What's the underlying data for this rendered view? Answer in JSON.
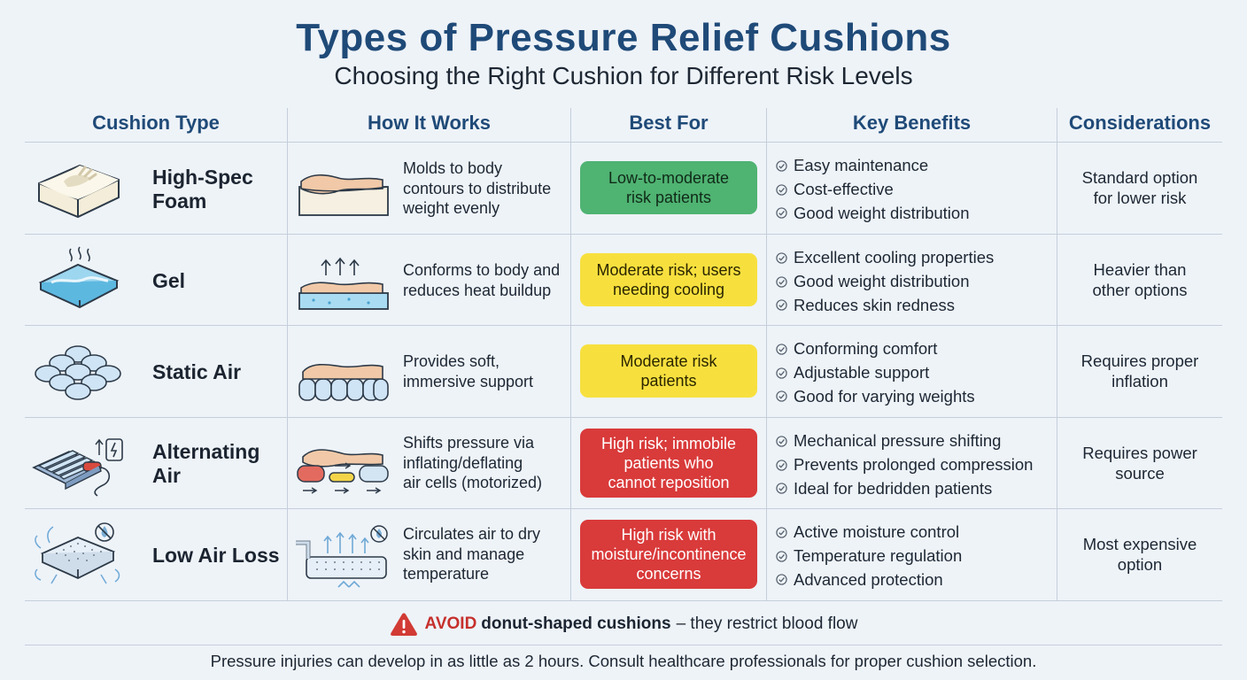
{
  "header": {
    "title": "Types of Pressure Relief Cushions",
    "subtitle": "Choosing the Right Cushion for Different Risk Levels"
  },
  "columns": [
    "Cushion Type",
    "How It Works",
    "Best For",
    "Key Benefits",
    "Considerations"
  ],
  "rows": [
    {
      "name_lines": [
        "High-Spec",
        "Foam"
      ],
      "type_icon": "foam-cushion-icon",
      "how_icon": "body-on-foam-icon",
      "how_lines": [
        "Molds to body",
        "contours to distribute",
        "weight evenly"
      ],
      "best_for_lines": [
        "Low-to-moderate",
        "risk patients"
      ],
      "risk_color": "#4fb372",
      "benefits": [
        "Easy maintenance",
        "Cost-effective",
        "Good weight distribution"
      ],
      "consider_lines": [
        "Standard option",
        "for lower risk"
      ]
    },
    {
      "name_lines": [
        "Gel"
      ],
      "type_icon": "gel-cushion-icon",
      "how_icon": "body-on-gel-icon",
      "how_lines": [
        "Conforms to body and",
        "reduces heat buildup"
      ],
      "best_for_lines": [
        "Moderate risk; users",
        "needing cooling"
      ],
      "risk_color": "#f7e03e",
      "benefits": [
        "Excellent cooling properties",
        "Good weight distribution",
        "Reduces skin redness"
      ],
      "consider_lines": [
        "Heavier than",
        "other options"
      ]
    },
    {
      "name_lines": [
        "Static Air"
      ],
      "type_icon": "air-cell-cushion-icon",
      "how_icon": "body-on-air-cells-icon",
      "how_lines": [
        "Provides soft,",
        "immersive support"
      ],
      "best_for_lines": [
        "Moderate risk",
        "patients"
      ],
      "risk_color": "#f7e03e",
      "benefits": [
        "Conforming comfort",
        "Adjustable support",
        "Good for varying weights"
      ],
      "consider_lines": [
        "Requires proper",
        "inflation"
      ]
    },
    {
      "name_lines": [
        "Alternating",
        "Air"
      ],
      "type_icon": "alternating-air-pump-icon",
      "how_icon": "alternating-cells-icon",
      "how_lines": [
        "Shifts pressure via",
        "inflating/deflating",
        "air cells (motorized)"
      ],
      "best_for_lines": [
        "High risk; immobile",
        "patients who",
        "cannot reposition"
      ],
      "risk_color": "#d93a3a",
      "benefits": [
        "Mechanical pressure shifting",
        "Prevents prolonged compression",
        "Ideal for bedridden patients"
      ],
      "consider_lines": [
        "Requires power",
        "source"
      ]
    },
    {
      "name_lines": [
        "Low Air Loss"
      ],
      "type_icon": "low-air-loss-cushion-icon",
      "how_icon": "airflow-mattress-icon",
      "how_lines": [
        "Circulates air to dry",
        "skin and manage",
        "temperature"
      ],
      "best_for_lines": [
        "High risk with",
        "moisture/incontinence",
        "concerns"
      ],
      "risk_color": "#d93a3a",
      "benefits": [
        "Active moisture control",
        "Temperature regulation",
        "Advanced protection"
      ],
      "consider_lines": [
        "Most expensive",
        "option"
      ]
    }
  ],
  "warning": {
    "icon": "warning-triangle-icon",
    "label": "AVOID",
    "bold_text": "donut-shaped cushions",
    "rest_text": "– they restrict blood flow"
  },
  "footer": "Pressure injuries can develop in as little as 2 hours. Consult healthcare professionals for proper cushion selection."
}
